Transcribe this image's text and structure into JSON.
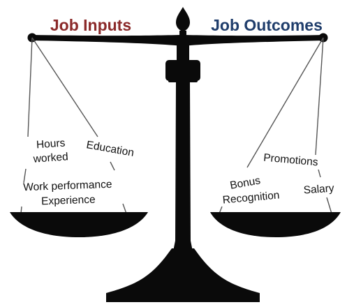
{
  "left": {
    "heading": "Job Inputs",
    "heading_color": "#8b2a2a",
    "items": [
      "Hours",
      "worked",
      "Education",
      "Work performance",
      "Experience"
    ]
  },
  "right": {
    "heading": "Job Outcomes",
    "heading_color": "#1f3d6b",
    "items": [
      "Promotions",
      "Bonus",
      "Recognition",
      "Salary"
    ]
  },
  "colors": {
    "scale": "#0a0a0a",
    "string": "#555555"
  }
}
